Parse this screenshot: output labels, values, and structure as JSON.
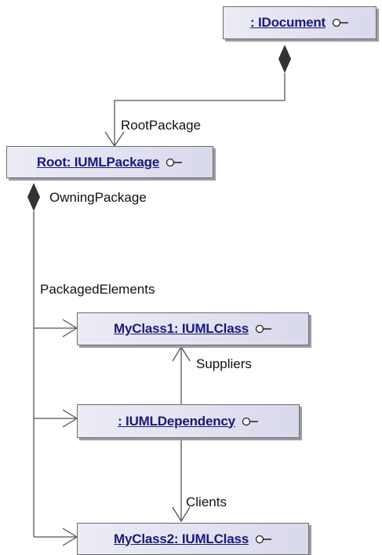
{
  "nodes": {
    "document": {
      "title": ": IDocument",
      "icon": "interface-lollipop-icon"
    },
    "root": {
      "title": "Root: IUMLPackage",
      "icon": "interface-lollipop-icon"
    },
    "myclass1": {
      "title": "MyClass1: IUMLClass",
      "icon": "interface-lollipop-icon"
    },
    "dependency": {
      "title": ": IUMLDependency",
      "icon": "interface-lollipop-icon"
    },
    "myclass2": {
      "title": "MyClass2: IUMLClass",
      "icon": "interface-lollipop-icon"
    }
  },
  "roles": {
    "root_package": "RootPackage",
    "owning_package": "OwningPackage",
    "packaged_elements": "PackagedElements",
    "suppliers": "Suppliers",
    "clients": "Clients"
  },
  "colors": {
    "node_border": "#6b6b73",
    "node_fill_start": "#ececf6",
    "node_fill_end": "#d9d9ec",
    "title_text": "#1a1a7a",
    "connector": "#555555",
    "diamond": "#333333"
  }
}
